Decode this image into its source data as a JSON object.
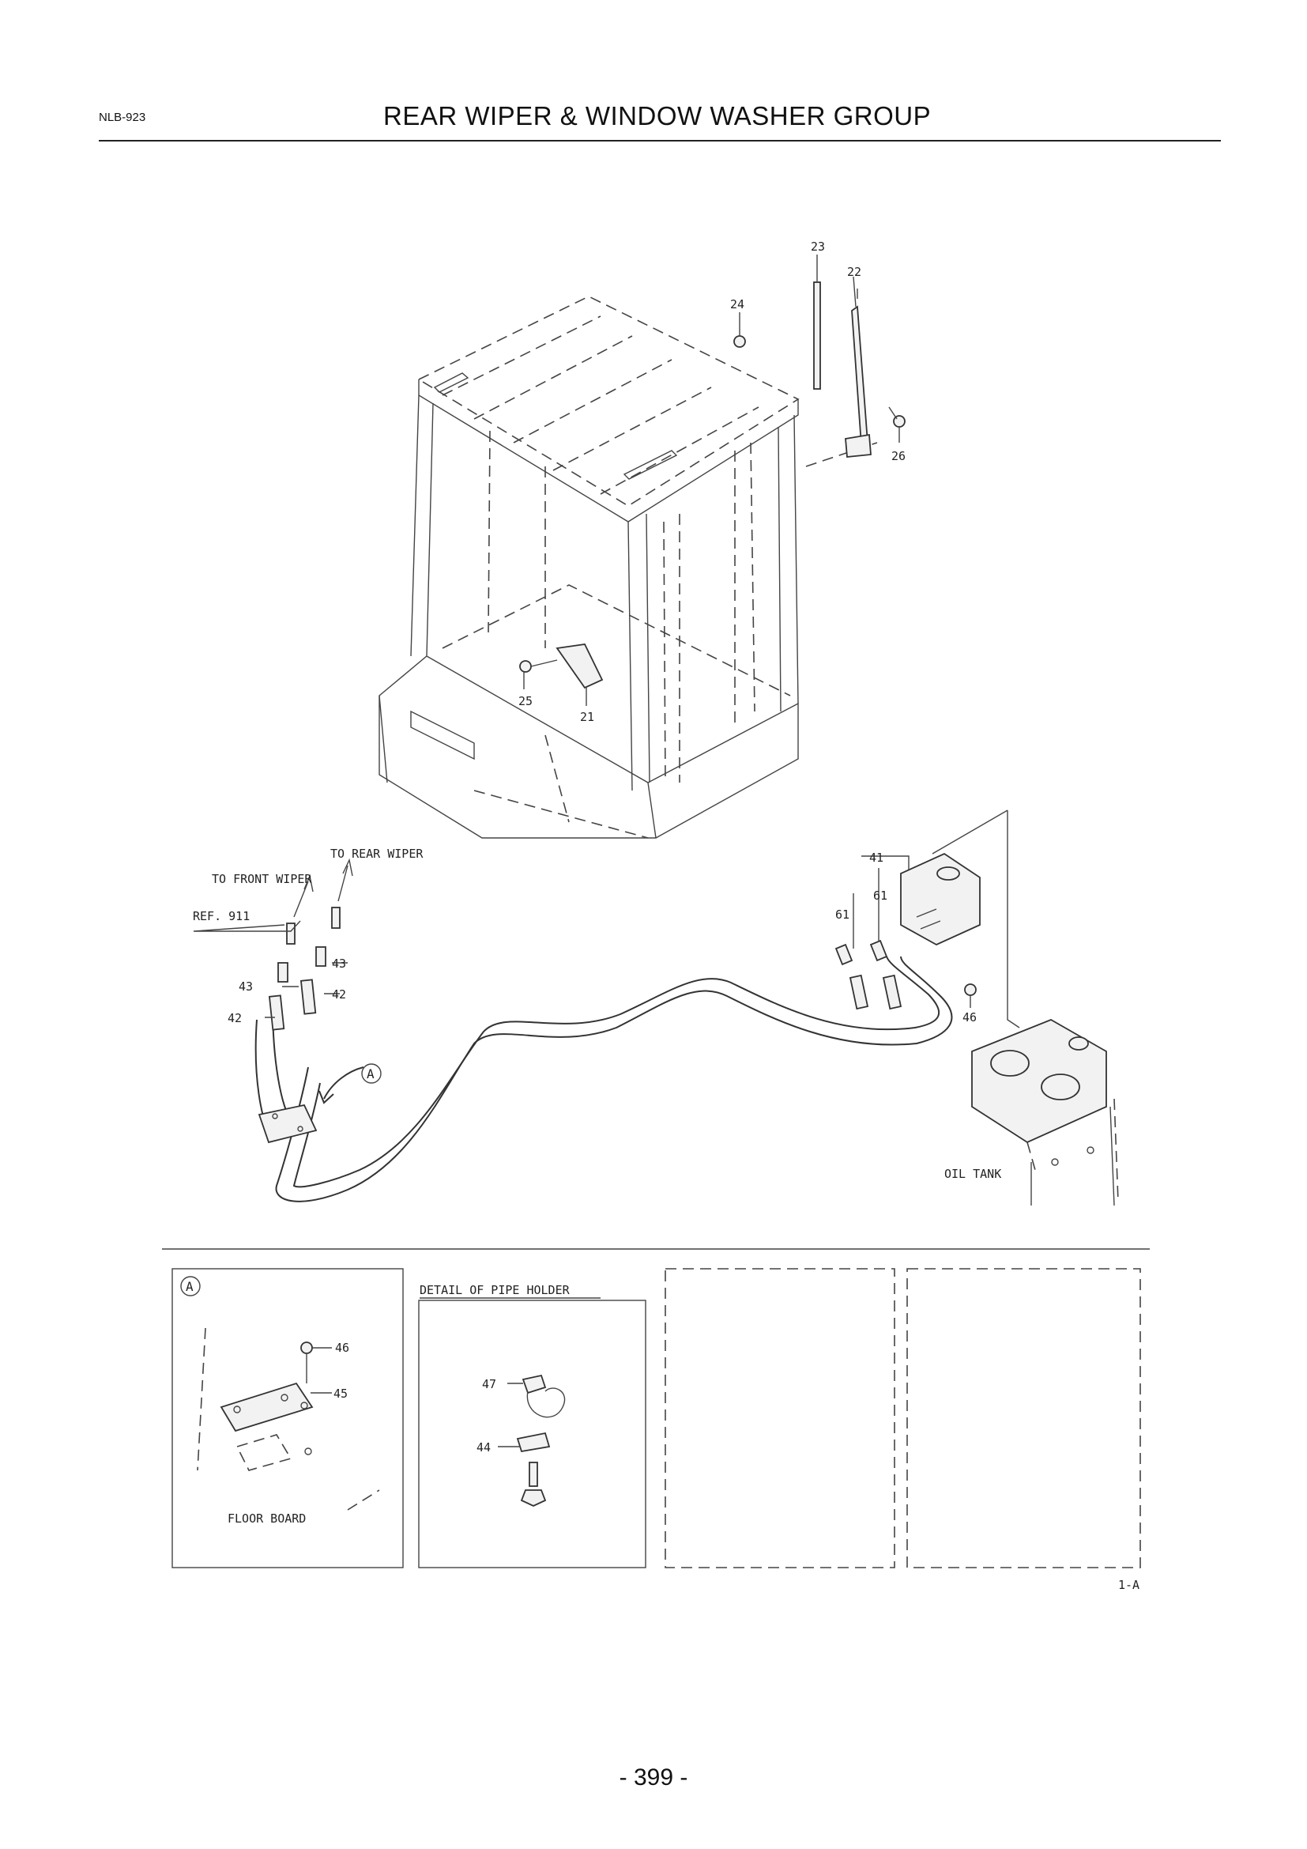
{
  "header": {
    "doc_code": "NLB-923",
    "title": "REAR WIPER & WINDOW WASHER GROUP"
  },
  "callouts": {
    "c23": "23",
    "c22": "22",
    "c24": "24",
    "c26": "26",
    "c25": "25",
    "c21": "21",
    "c41": "41",
    "c61a": "61",
    "c61b": "61",
    "c46": "46",
    "c43a": "43",
    "c43b": "43",
    "c42a": "42",
    "c42b": "42"
  },
  "annotations": {
    "to_rear_wiper": "TO REAR WIPER",
    "to_front_wiper": "TO FRONT WIPER",
    "ref": "REF. 911",
    "oil_tank": "OIL TANK",
    "detail_marker": "A"
  },
  "detail_panels": {
    "panel_a": {
      "marker": "A",
      "floor_board": "FLOOR BOARD",
      "c46": "46",
      "c45": "45"
    },
    "panel_pipe_holder": {
      "title": "DETAIL OF PIPE HOLDER",
      "c47": "47",
      "c44": "44"
    }
  },
  "footer": {
    "sheet_ref": "1-A",
    "page_number": "- 399 -"
  }
}
